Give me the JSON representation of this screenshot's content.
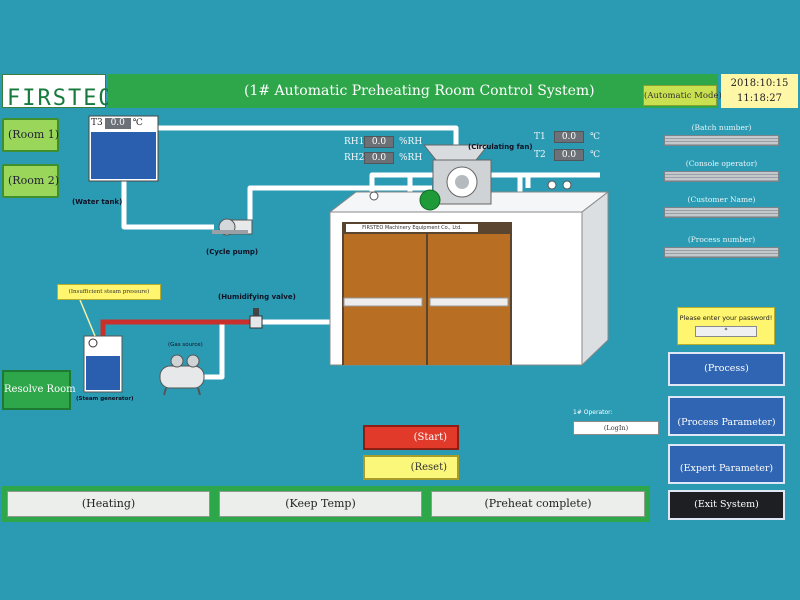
{
  "header": {
    "logo_text": "FIRSTEO",
    "logo_mark": "®",
    "title": "(1# Automatic Preheating Room Control System)",
    "mode": "(Automatic Mode)",
    "date": "2018:10:15",
    "time": "11:18:27"
  },
  "left_nav": {
    "room1": "(Room 1)",
    "room2": "(Room 2)",
    "resolve": "Resolve Room"
  },
  "process": {
    "t3_label": "T3",
    "t3_value": "0.0",
    "t3_unit": "℃",
    "rh1_label": "RH1",
    "rh1_value": "0.0",
    "rh1_unit": "%RH",
    "rh2_label": "RH2",
    "rh2_value": "0.0",
    "rh2_unit": "%RH",
    "t1_label": "T1",
    "t1_value": "0.0",
    "t1_unit": "℃",
    "t2_label": "T2",
    "t2_value": "0.0",
    "t2_unit": "℃",
    "water_tank": "(Water tank)",
    "cycle_pump": "(Cycle pump)",
    "circulating_fan": "(Circulating fan)",
    "humidifying_valve": "(Humidifying valve)",
    "gas_source": "(Gas source)",
    "steam_generator": "(Steam generator)",
    "steam_warning": "(Insufficient steam pressure)",
    "door_plate": "FIRSTEO Machinery Equipment Co., Ltd."
  },
  "right_panel": {
    "batch_label": "(Batch number)",
    "console_label": "(Console operator)",
    "customer_label": "(Customer Name)",
    "process_num_label": "(Process number)",
    "password_prompt": "Please enter your password!",
    "password_mask": "*",
    "process_btn": "(Process)",
    "process_param_btn": "(Process Parameter)",
    "expert_param_btn": "(Expert Parameter)",
    "exit_btn": "(Exit System)"
  },
  "controls": {
    "start": "(Start)",
    "reset": "(Reset)",
    "operator_label": "1# Operator:",
    "login": "(LogIn)"
  },
  "status_bar": {
    "heating": "(Heating)",
    "keep_temp": "(Keep Temp)",
    "preheat_complete": "(Preheat complete)"
  },
  "colors": {
    "background": "#2b9bb4",
    "header_green": "#2ea64a",
    "room_button": "#9ad65a",
    "blue_button": "#3065b3",
    "start_red": "#e13a2a",
    "reset_yellow": "#fbf77a",
    "door_brown": "#b86f23"
  }
}
